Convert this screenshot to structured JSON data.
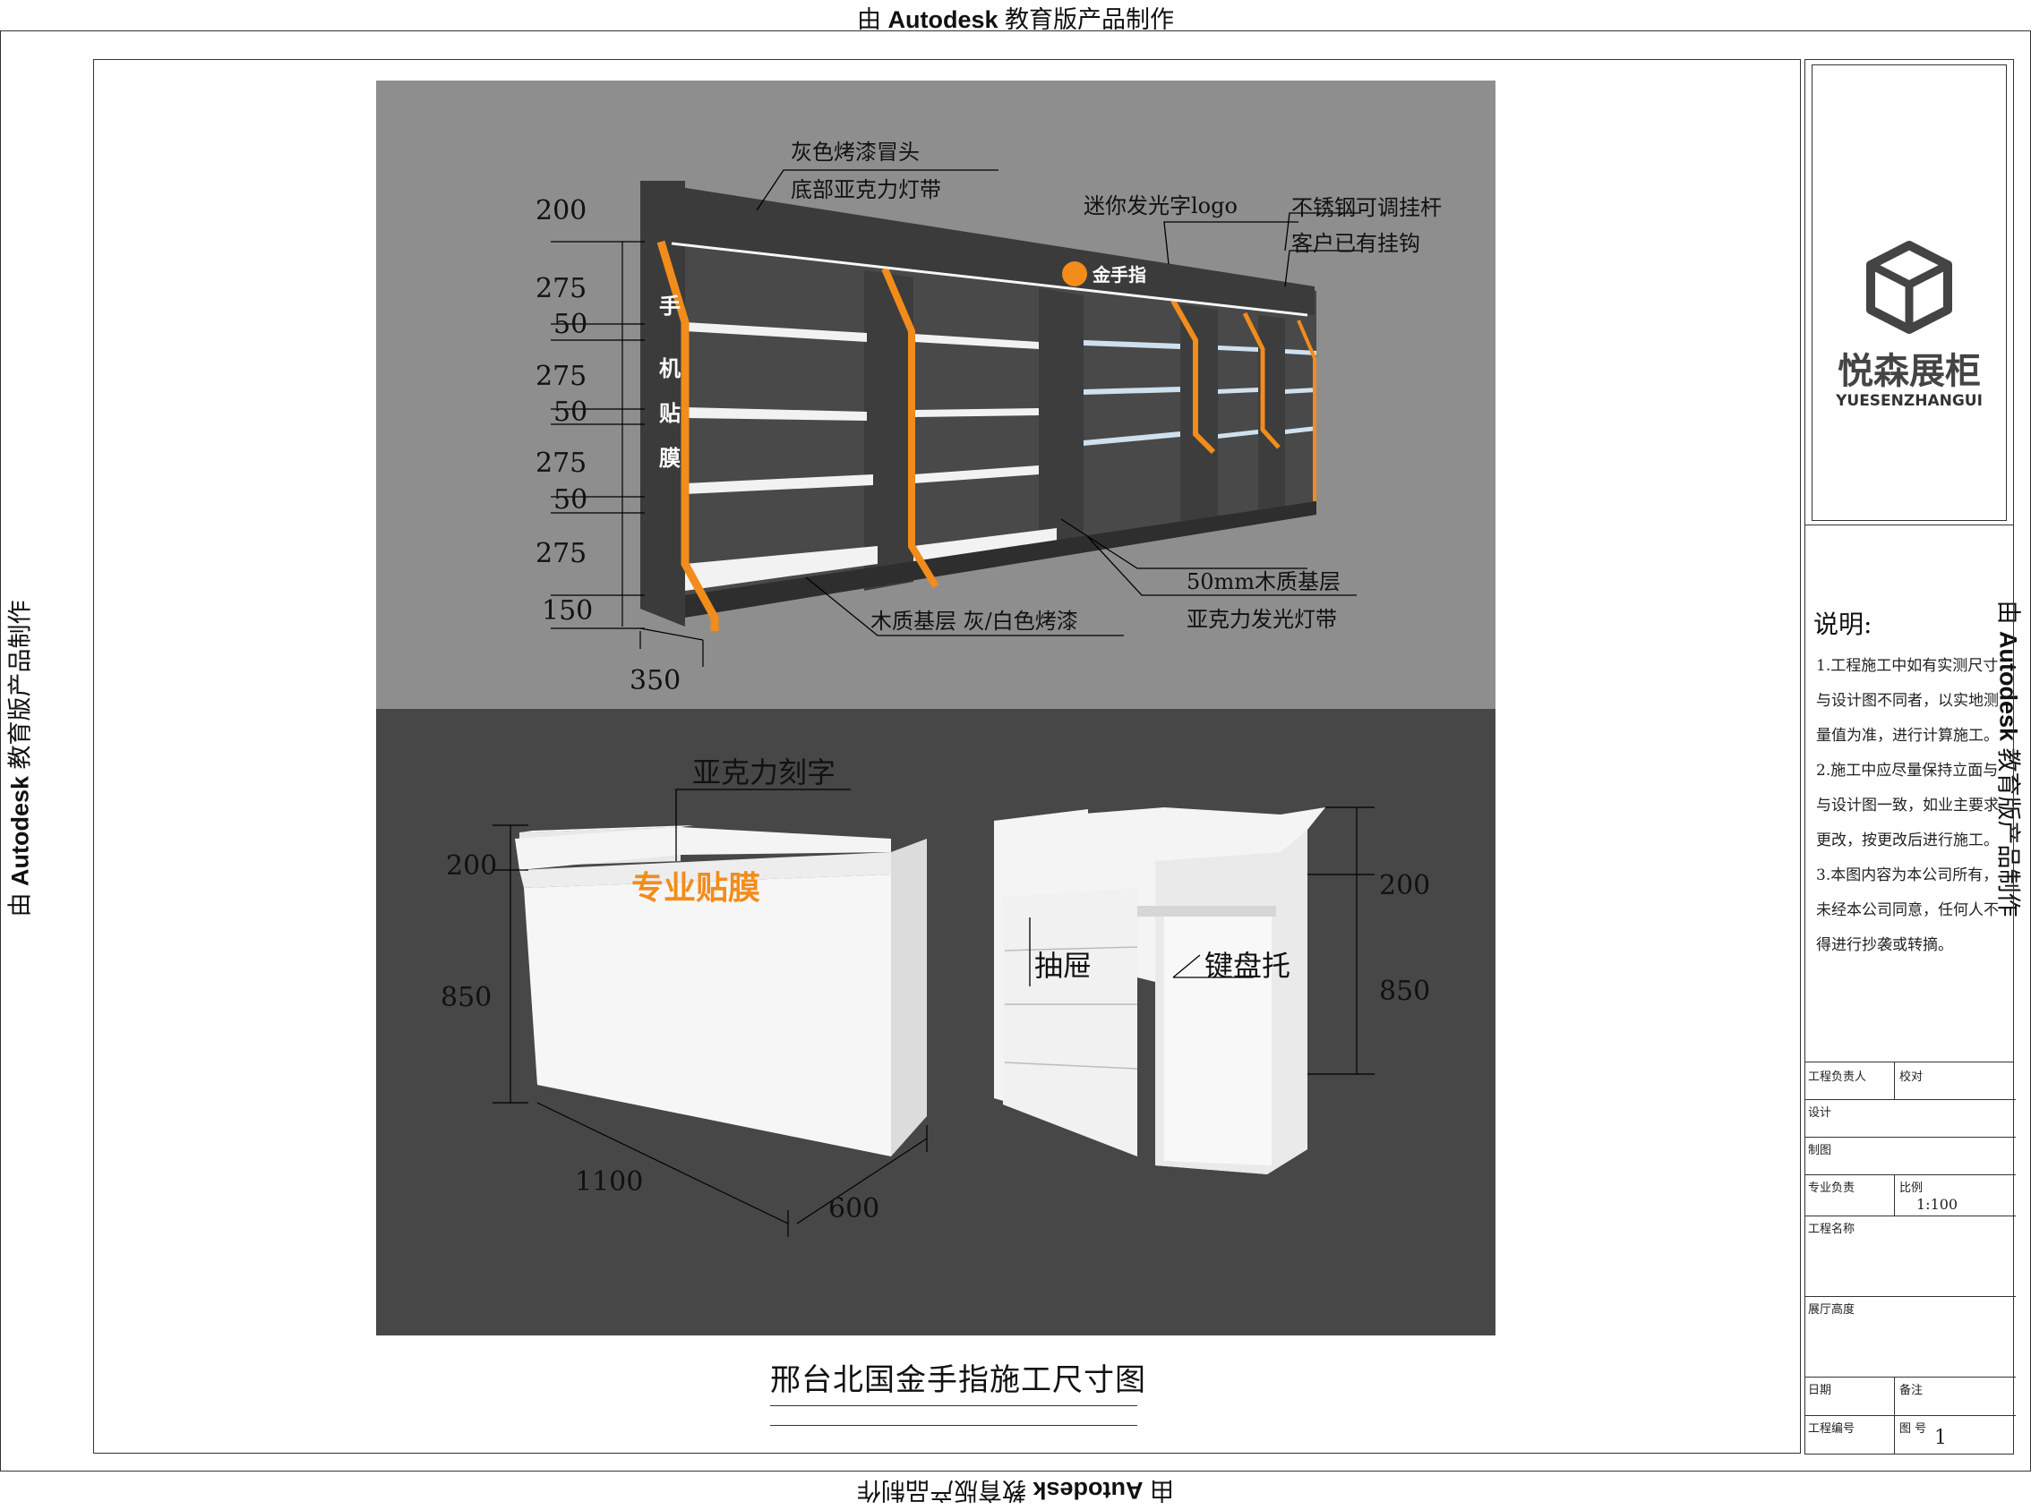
{
  "watermark": {
    "prefix": "由 ",
    "brand": "Autodesk",
    "suffix": " 教育版产品制作"
  },
  "drawing": {
    "title": "邢台北国金手指施工尺寸图",
    "upper": {
      "callouts": [
        "灰色烤漆冒头",
        "底部亚克力灯带",
        "迷你发光字logo",
        "不锈钢可调挂杆",
        "客户已有挂钩",
        "50mm木质基层",
        "亚克力发光灯带",
        "木质基层 灰/白色烤漆"
      ],
      "vertical_dims": [
        "200",
        "275",
        "50",
        "275",
        "50",
        "275",
        "50",
        "275",
        "150"
      ],
      "depth_dim": "350",
      "side_sign": [
        "手",
        "机",
        "贴",
        "膜"
      ],
      "logo_text": "金手指"
    },
    "lower": {
      "callouts": [
        "亚克力刻字",
        "抽屉",
        "键盘托"
      ],
      "front_sign": "专业贴膜",
      "dims_left": [
        "200",
        "850",
        "1100",
        "600"
      ],
      "dims_right": [
        "200",
        "850"
      ]
    }
  },
  "title_block": {
    "brand_cn": "悦森展柜",
    "brand_en": "YUESENZHANGUI",
    "notes_heading": "说明:",
    "notes": [
      "1.工程施工中如有实测尺寸与设计图不同者，以实地测量值为准，进行计算施工。",
      "2.施工中应尽量保持立面与与设计图一致，如业主要求更改，按更改后进行施工。",
      "3.本图内容为本公司所有，未经本公司同意，任何人不得进行抄袭或转摘。"
    ],
    "fields": {
      "project_lead": "工程负责人",
      "check": "校对",
      "design": "设计",
      "drafting": "制图",
      "specialty_lead": "专业负责",
      "scale_label": "比例",
      "scale_value": "1:100",
      "project_name": "工程名称",
      "hall_height": "展厅高度",
      "date": "日期",
      "remarks": "备注",
      "project_no": "工程编号",
      "sheet_no_label": "图 号",
      "sheet_no": "1"
    }
  },
  "colors": {
    "accent_orange": "#f28c1a",
    "cabinet_dark": "#3e3e3e",
    "panel_white": "#f4f4f4",
    "top_bg": "#8e8e8e",
    "bottom_bg": "#474747"
  }
}
